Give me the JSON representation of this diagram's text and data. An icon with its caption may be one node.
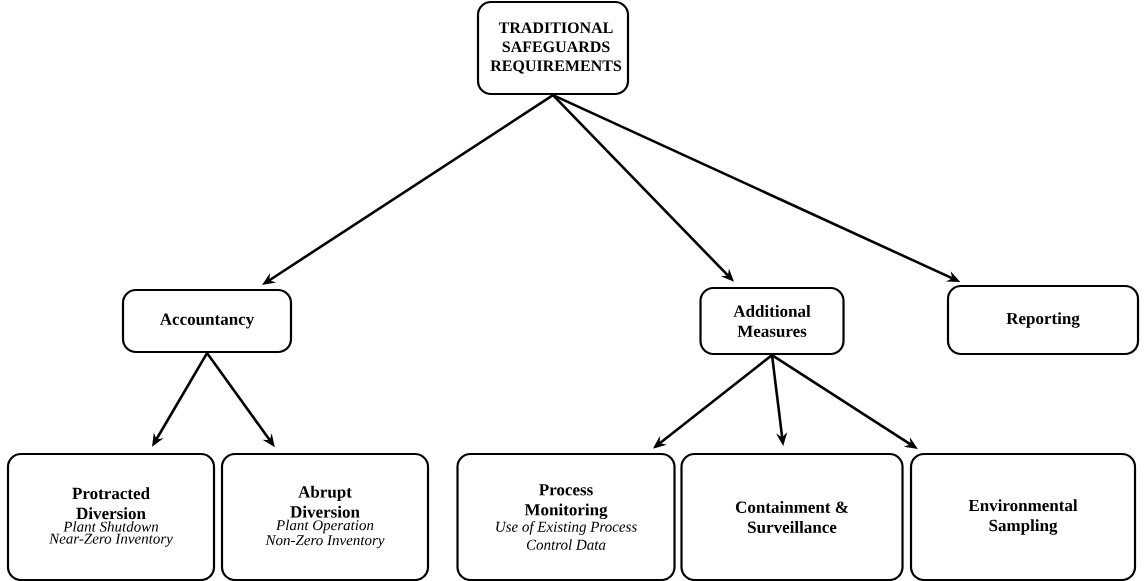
{
  "diagram": {
    "nodes": [
      {
        "text": [
          "TRADITIONAL SAFEGUARDS REQUIREMENTS"
        ]
      },
      {
        "text": [
          "Accountancy"
        ]
      },
      {
        "text": [
          "Additional Measures"
        ]
      },
      {
        "text": [
          "Reporting"
        ]
      },
      {
        "text": [
          "Protracted Diversion",
          "Plant Shutdown",
          "Near-Zero Inventory"
        ]
      },
      {
        "text": [
          "Abrupt Diversion",
          "Plant Operation",
          "Non-Zero Inventory"
        ]
      },
      {
        "text": [
          "Process Monitoring",
          "Use of Existing Process Control Data"
        ]
      },
      {
        "text": [
          "Containment & Surveillance"
        ]
      },
      {
        "text": [
          "Environmental Sampling"
        ]
      }
    ],
    "edges": [
      {
        "from": 0,
        "to": 1,
        "arrow": "to"
      },
      {
        "from": 0,
        "to": 2,
        "arrow": "to"
      },
      {
        "from": 0,
        "to": 3,
        "arrow": "to"
      },
      {
        "from": 1,
        "to": 4,
        "arrow": "to"
      },
      {
        "from": 1,
        "to": 5,
        "arrow": "to"
      },
      {
        "from": 2,
        "to": 6,
        "arrow": "to"
      },
      {
        "from": 2,
        "to": 7,
        "arrow": "to"
      },
      {
        "from": 2,
        "to": 8,
        "arrow": "to"
      }
    ]
  }
}
